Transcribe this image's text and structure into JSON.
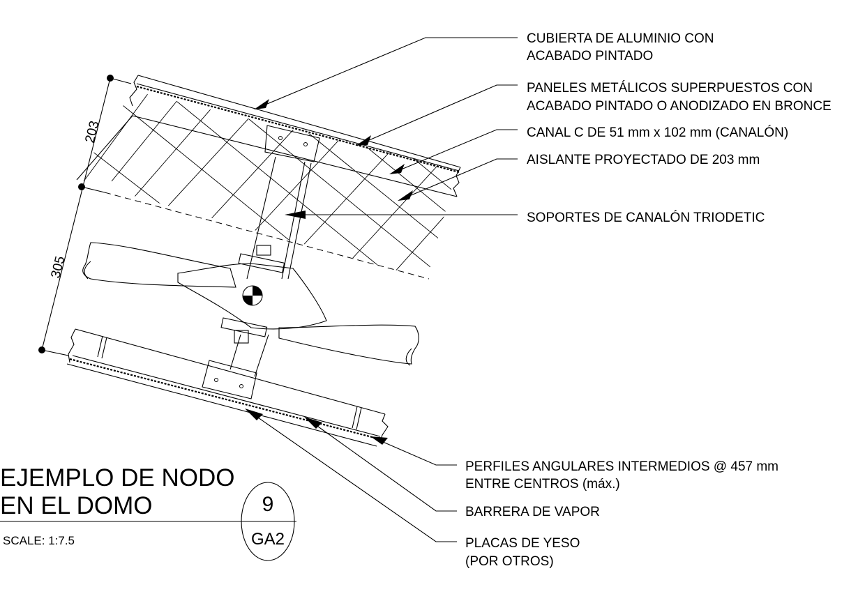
{
  "labels": {
    "top": [
      {
        "line1": "CUBIERTA DE ALUMINIO CON",
        "line2": "ACABADO PINTADO"
      },
      {
        "line1": "PANELES METÁLICOS SUPERPUESTOS CON",
        "line2": "ACABADO PINTADO O ANODIZADO EN BRONCE"
      },
      {
        "line1": "CANAL C DE 51 mm x 102 mm (CANALÓN)"
      },
      {
        "line1": "AISLANTE PROYECTADO DE 203 mm"
      },
      {
        "line1": "SOPORTES DE CANALÓN TRIODETIC"
      }
    ],
    "bottom": [
      {
        "line1": "PERFILES ANGULARES INTERMEDIOS @ 457 mm",
        "line2": "ENTRE CENTROS (máx.)"
      },
      {
        "line1": "BARRERA DE VAPOR"
      },
      {
        "line1": "PLACAS DE YESO",
        "line2": "(POR OTROS)"
      }
    ]
  },
  "dimensions": {
    "upper": "203",
    "lower": "305"
  },
  "title_block": {
    "title_line1": "EJEMPLO DE NODO",
    "title_line2": "EN EL DOMO",
    "scale_text": "SCALE:  1:7.5",
    "detail_number": "9",
    "sheet_number": "GA2"
  }
}
